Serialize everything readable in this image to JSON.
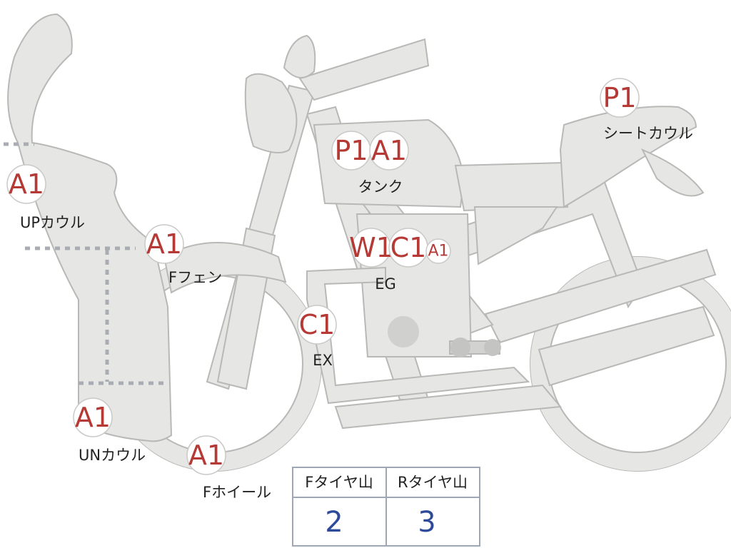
{
  "colors": {
    "body_fill": "#e6e6e4",
    "outline": "#b8b8b6",
    "badge_text": "#b53a36",
    "seam": "#a9adb3",
    "table_value": "#2d4a9a"
  },
  "parts": {
    "up_cowl": {
      "label": "UPカウル",
      "codes": [
        "A1"
      ]
    },
    "under_cowl": {
      "label": "UNカウル",
      "codes": [
        "A1"
      ]
    },
    "front_fender": {
      "label": "Fフェン",
      "codes": [
        "A1"
      ]
    },
    "front_wheel": {
      "label": "Fホイール",
      "codes": [
        "A1"
      ]
    },
    "exhaust": {
      "label": "EX",
      "codes": [
        "C1"
      ]
    },
    "tank": {
      "label": "タンク",
      "codes": [
        "P1",
        "A1"
      ]
    },
    "engine": {
      "label": "EG",
      "codes": [
        "W1",
        "C1",
        "A1"
      ]
    },
    "seat_cowl": {
      "label": "シートカウル",
      "codes": [
        "P1"
      ]
    }
  },
  "tire_table": {
    "front_header": "Fタイヤ山",
    "rear_header": "Rタイヤ山",
    "front_value": "2",
    "rear_value": "3"
  }
}
